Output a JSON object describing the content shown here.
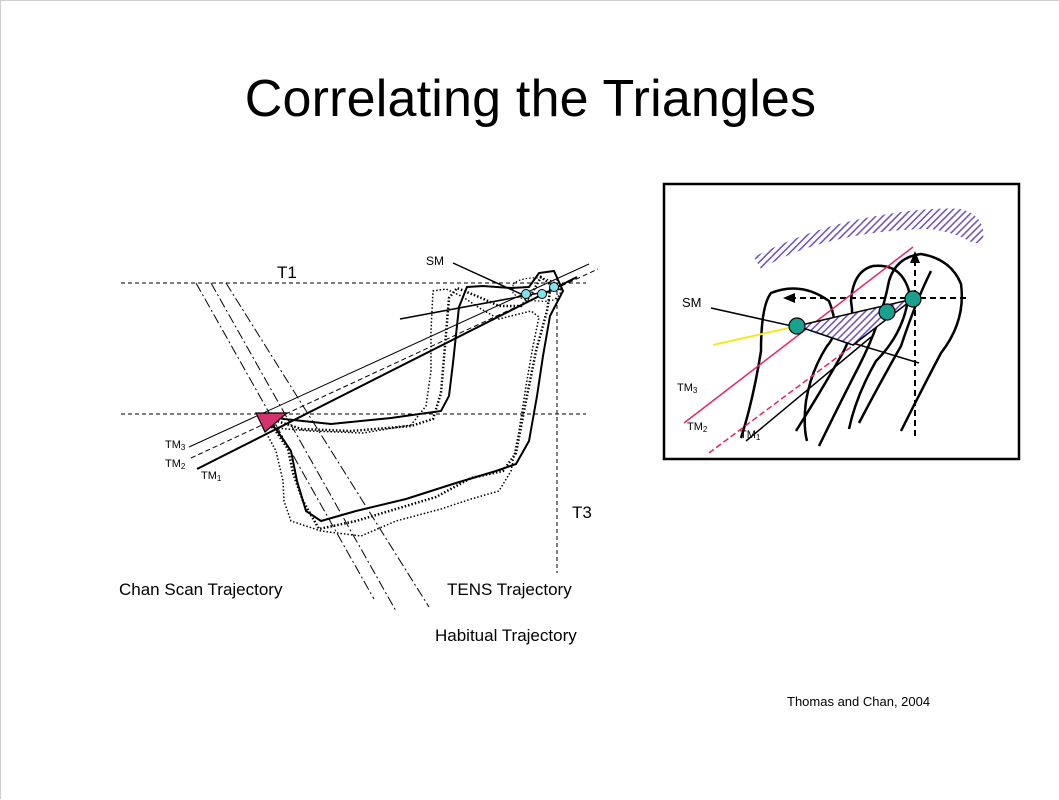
{
  "title": "Correlating the Triangles",
  "main_diagram": {
    "label_t1": "T1",
    "label_t3": "T3",
    "label_sm": "SM",
    "label_tm3": "TM",
    "label_tm3_sub": "3",
    "label_tm2": "TM",
    "label_tm2_sub": "2",
    "label_tm1": "TM",
    "label_tm1_sub": "1",
    "chan_scan": "Chan Scan Trajectory",
    "tens": "TENS Trajectory",
    "habitual": "Habitual Trajectory",
    "colors": {
      "triangle": "#d4326e",
      "condyle_dot": "#7fe3ee"
    }
  },
  "inset_diagram": {
    "label_sm": "SM",
    "label_tm3": "TM",
    "label_tm3_sub": "3",
    "label_tm2": "TM",
    "label_tm2_sub": "2",
    "label_tm1": "TM",
    "label_tm1_sub": "1",
    "colors": {
      "hatch": "#6b4fc9",
      "pink": "#e8236a",
      "yellow": "#f2ea1c",
      "dot": "#1aa08e"
    }
  },
  "citation": "Thomas and Chan, 2004"
}
